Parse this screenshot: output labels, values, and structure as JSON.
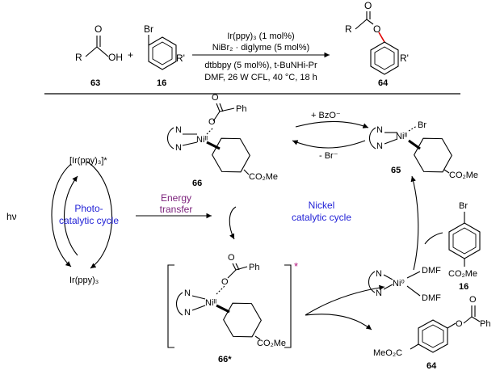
{
  "scheme": {
    "reactants": {
      "acid": {
        "r": "R",
        "o": "O",
        "oh": "OH",
        "number": "63"
      },
      "plus": "+",
      "arene": {
        "br": "Br",
        "r_prime": "R'",
        "number": "16"
      }
    },
    "conditions": {
      "line1": "Ir(ppy)₃ (1 mol%)",
      "line2": "NiBr₂ · diglyme (5 mol%)",
      "line3": "dtbbpy (5 mol%), t-BuNHi-Pr",
      "line4": "DMF, 26 W CFL, 40 °C, 18 h"
    },
    "product": {
      "r": "R",
      "o_carbonyl": "O",
      "o_ester": "O",
      "r_prime": "R'",
      "number": "64"
    }
  },
  "cycle": {
    "photo_label_1": "Photo-",
    "photo_label_2": "catalytic cycle",
    "nickel_label_1": "Nickel",
    "nickel_label_2": "catalytic cycle",
    "ir_excited": "[Ir(ppy)₃]*",
    "ir_ground": "Ir(ppy)₃",
    "hv": "hν",
    "energy_transfer_1": "Energy",
    "energy_transfer_2": "transfer",
    "plus_bzo": "+ BzO⁻",
    "minus_br": "- Br⁻",
    "star": "*",
    "ni0": {
      "n1": "N",
      "n2": "N",
      "ni": "Ni⁰",
      "dmf1": "DMF",
      "dmf2": "DMF"
    },
    "complex_66": {
      "n1": "N",
      "n2": "N",
      "ni": "Niᴵᴵ",
      "o_carbonyl": "O",
      "o_bound": "O",
      "ph": "Ph",
      "co2me": "CO₂Me",
      "number": "66"
    },
    "complex_65": {
      "n1": "N",
      "n2": "N",
      "ni": "Niᴵᴵ",
      "br": "Br",
      "co2me": "CO₂Me",
      "number": "65"
    },
    "complex_66_star": {
      "n1": "N",
      "n2": "N",
      "ni": "Niᴵᴵ",
      "o_carbonyl": "O",
      "o_bound": "O",
      "ph": "Ph",
      "co2me": "CO₂Me",
      "number": "66*"
    },
    "aryl_bromide_16": {
      "br": "Br",
      "co2me": "CO₂Me",
      "number": "16"
    },
    "product_64": {
      "meo2c": "MeO₂C",
      "o_ester": "O",
      "o_carbonyl": "O",
      "ph": "Ph",
      "number": "64"
    }
  },
  "colors": {
    "photo_label": "#1f1fd6",
    "energy_transfer": "#7a1f7a",
    "star": "#b0127a",
    "ink": "#000000",
    "highlight_bond": "#e00000"
  }
}
